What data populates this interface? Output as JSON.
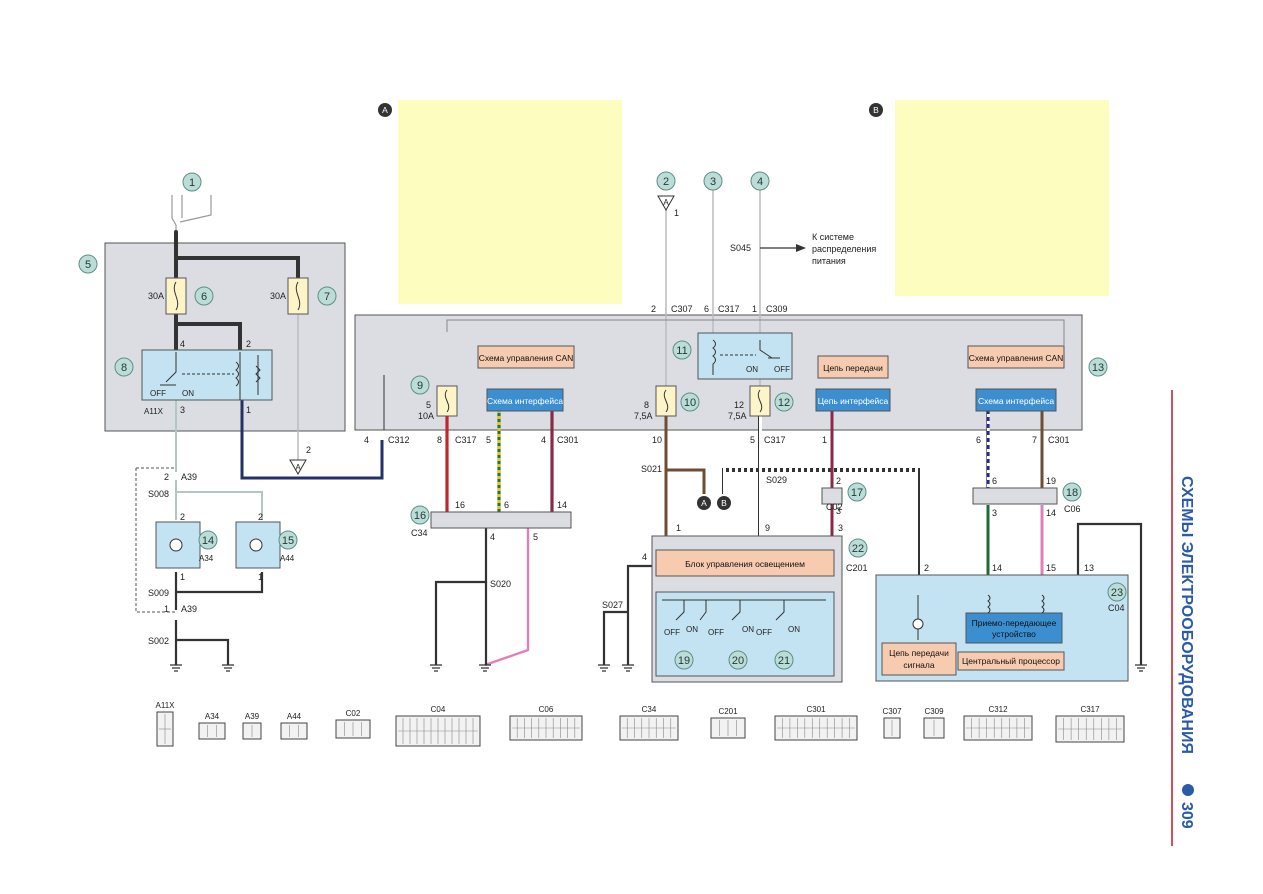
{
  "side_text": {
    "section": "СХЕМЫ ЭЛЕКТРООБОРУДОВАНИЯ",
    "page": "309"
  },
  "markers": {
    "a": "A",
    "b": "B"
  },
  "colors": {
    "module_fill": "#dcdde3",
    "relay_fill": "#c3e3f2",
    "blue_box": "#3b8fd0",
    "pink_box": "#f7cbb0",
    "yellow_note": "#fdfdc0",
    "callout": "#bcdcd7"
  },
  "callouts": [
    "1",
    "2",
    "3",
    "4",
    "5",
    "6",
    "7",
    "8",
    "9",
    "10",
    "11",
    "12",
    "13",
    "14",
    "15",
    "16",
    "17",
    "18",
    "19",
    "20",
    "21",
    "22",
    "23"
  ],
  "labels": {
    "fuse6": "30A",
    "fuse7": "30A",
    "relay8": "A11X",
    "off": "OFF",
    "on": "ON",
    "fuse9_pin": "5",
    "fuse9_rating": "10A",
    "fuse10_pin": "8",
    "fuse10_rating": "7,5A",
    "fuse12_pin": "12",
    "fuse12_rating": "7,5A",
    "k_sisteme": "К системе",
    "raspredeleniya": "распределения",
    "pitaniya": "питания",
    "s045": "S045",
    "s021": "S021",
    "s029": "S029",
    "s020": "S020",
    "s027": "S027",
    "s008": "S008",
    "s009": "S009",
    "s002": "S002",
    "a39": "A39",
    "a34": "A34",
    "a44": "A44",
    "c34": "C34",
    "c02": "C02",
    "c06": "C06",
    "c04": "C04",
    "c201": "C201",
    "c301": "C301",
    "c307": "C307",
    "c309": "C309",
    "c312": "C312",
    "c317": "C317",
    "arrow_a": "A"
  },
  "boxes": {
    "can_left": "Схема управления CAN",
    "iface_left": "Схема интерфейса",
    "tx_circuit": "Цепь передачи",
    "iface_mid": "Цепь интерфейса",
    "can_right": "Схема управления CAN",
    "iface_right": "Схема интерфейса",
    "lighting": "Блок управления освещением",
    "transceiver_1": "Приемо-передающее",
    "transceiver_2": "устройство",
    "signal_tx_1": "Цепь передачи",
    "signal_tx_2": "сигнала",
    "cpu": "Центральный процессор"
  },
  "pins": {
    "p2": "2",
    "p4": "4",
    "p3": "3",
    "p1": "1",
    "p5": "5",
    "p6": "6",
    "p7": "7",
    "p8": "8",
    "p9": "9",
    "p10": "10",
    "p12": "12",
    "p13": "13",
    "p14": "14",
    "p15": "15",
    "p16": "16",
    "p19": "19"
  },
  "legend": [
    {
      "name": "A11X"
    },
    {
      "name": "A34"
    },
    {
      "name": "A39"
    },
    {
      "name": "A44"
    },
    {
      "name": "C02"
    },
    {
      "name": "C04"
    },
    {
      "name": "C06"
    },
    {
      "name": "C34"
    },
    {
      "name": "C201"
    },
    {
      "name": "C301"
    },
    {
      "name": "C307"
    },
    {
      "name": "C309"
    },
    {
      "name": "C312"
    },
    {
      "name": "C317"
    }
  ]
}
